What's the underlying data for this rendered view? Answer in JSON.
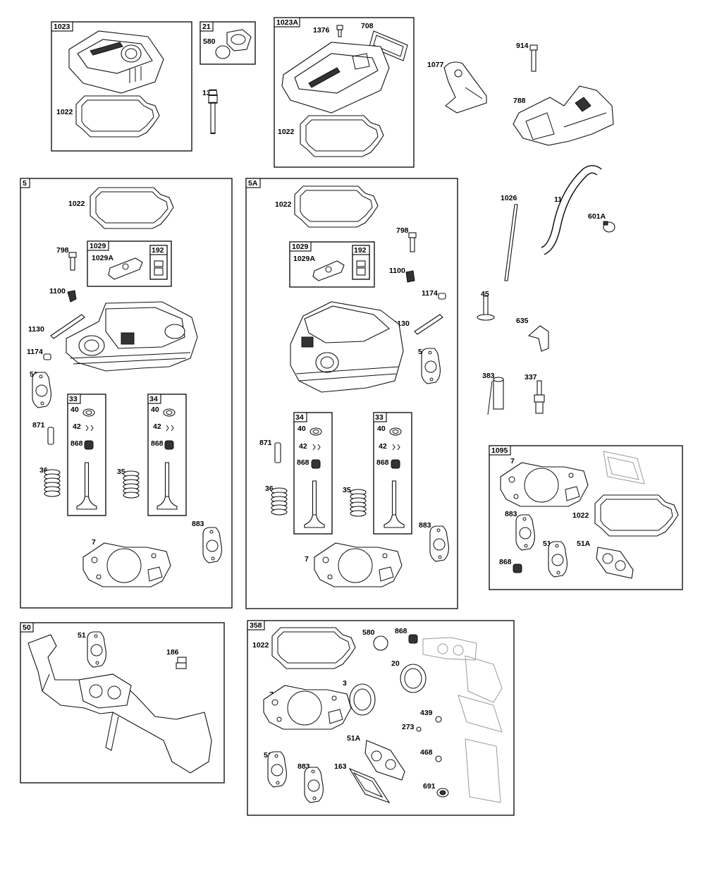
{
  "assemblies": {
    "a1023": "1023",
    "a21": "21",
    "a1023A": "1023A",
    "a5": "5",
    "a1029_l": "1029",
    "a192_l": "192",
    "a33_l": "33",
    "a34_l": "34",
    "a5A": "5A",
    "a1029_r": "1029",
    "a192_r": "192",
    "a34_r": "34",
    "a33_r": "33",
    "a1095": "1095",
    "a50": "50",
    "a358": "358"
  },
  "labels": {
    "p1022_a": "1022",
    "p580_a": "580",
    "p13": "13",
    "p1376": "1376",
    "p708": "708",
    "p1022_b": "1022",
    "p1077": "1077",
    "p914": "914",
    "p788": "788",
    "p1022_c": "1022",
    "p798_l": "798",
    "p1029A_l": "1029A",
    "p1100_l": "1100",
    "p1130_l": "1130",
    "p1174_l": "1174",
    "p51_l": "51",
    "p40_l1": "40",
    "p42_l1": "42",
    "p868_l1": "868",
    "p40_l2": "40",
    "p42_l2": "42",
    "p868_l2": "868",
    "p871_l": "871",
    "p36_l": "36",
    "p35_l": "35",
    "p883_l": "883",
    "p7_l": "7",
    "p1022_d": "1022",
    "p798_r": "798",
    "p1029A_r": "1029A",
    "p1100_r": "1100",
    "p1174_r": "1174",
    "p1130_r": "1130",
    "p51_r": "51",
    "p40_r1": "40",
    "p42_r1": "42",
    "p868_r1": "868",
    "p40_r2": "40",
    "p42_r2": "42",
    "p868_r2": "868",
    "p871_r": "871",
    "p36_r": "36",
    "p35_r": "35",
    "p883_r": "883",
    "p7_r": "7",
    "p1026": "1026",
    "p11": "11",
    "p601A": "601A",
    "p45": "45",
    "p635": "635",
    "p383": "383",
    "p337": "337",
    "p7_k": "7",
    "p883_k": "883",
    "p1022_k": "1022",
    "p51_k": "51",
    "p51A_k": "51A",
    "p868_k": "868",
    "p51_m": "51",
    "p186": "186",
    "p1022_s": "1022",
    "p580_s": "580",
    "p868_s": "868",
    "p20": "20",
    "p3": "3",
    "p7_s": "7",
    "p439": "439",
    "p273": "273",
    "p51A_s": "51A",
    "p468": "468",
    "p51_s": "51",
    "p883_s": "883",
    "p163": "163",
    "p691": "691"
  }
}
